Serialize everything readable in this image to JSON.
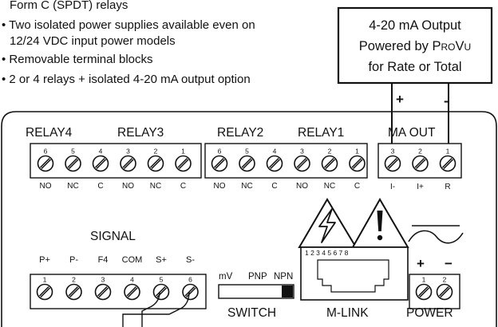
{
  "bullets": [
    "Form C (SPDT) relays",
    "• Two isolated power supplies available even on",
    "12/24 VDC input power models",
    "• Removable terminal blocks",
    "• 2 or 4 relays + isolated 4-20 mA output option"
  ],
  "callout": {
    "line1": "4-20 mA Output",
    "line2_prefix": "Powered by P",
    "line2_small": "RO",
    "line2_v": "V",
    "line2_u": "U",
    "line3": "for Rate or Total",
    "plus": "+",
    "minus": "-"
  },
  "relays": {
    "relay4": "RELAY4",
    "relay3": "RELAY3",
    "relay2": "RELAY2",
    "relay1": "RELAY1",
    "ma_out": "MA OUT",
    "block_a_numbers": [
      "6",
      "5",
      "4",
      "3",
      "2",
      "1"
    ],
    "block_a_labels": [
      "NO",
      "NC",
      "C",
      "NO",
      "NC",
      "C"
    ],
    "block_b_numbers": [
      "6",
      "5",
      "4",
      "3",
      "2",
      "1"
    ],
    "block_b_labels": [
      "NO",
      "NC",
      "C",
      "NO",
      "NC",
      "C"
    ],
    "ma_numbers": [
      "3",
      "2",
      "1"
    ],
    "ma_labels": [
      "I-",
      "I+",
      "R"
    ]
  },
  "signal": {
    "title": "SIGNAL",
    "labels": [
      "P+",
      "P-",
      "F4",
      "COM",
      "S+",
      "S-"
    ],
    "numbers": [
      "1",
      "2",
      "3",
      "4",
      "5",
      "6"
    ]
  },
  "switch": {
    "positions": [
      "mV",
      "PNP",
      "NPN"
    ],
    "label": "SWITCH"
  },
  "mlink": {
    "pins": "1 2 3 4 5 6 7 8",
    "label": "M-LINK"
  },
  "power": {
    "plus": "+",
    "minus": "−",
    "numbers": [
      "1",
      "2"
    ],
    "label": "POWER"
  }
}
